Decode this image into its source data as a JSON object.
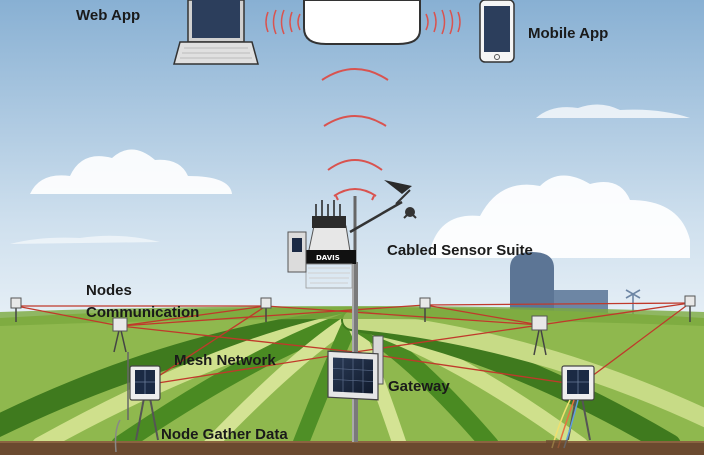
{
  "labels": {
    "web_app": "Web App",
    "mobile_app": "Mobile App",
    "cabled_sensor_suite": "Cabled Sensor Suite",
    "nodes_communication_line1": "Nodes",
    "nodes_communication_line2": "Communication",
    "mesh_network": "Mesh Network",
    "gateway": "Gateway",
    "node_gather_data": "Node Gather Data"
  },
  "sensor_brand": "DAVIS",
  "colors": {
    "sky_top": "#8fb5d6",
    "sky_bottom": "#dceaf4",
    "field_green": "#5e9b2e",
    "field_light": "#c9d98a",
    "signal_red": "#d9534f",
    "mesh_line": "#c0392b",
    "soil": "#6b4a2f"
  },
  "icons": {
    "laptop": "laptop-icon",
    "phone": "smartphone-icon",
    "cloud": "cloud-icon",
    "silo": "silo-icon",
    "windmill": "windmill-icon"
  }
}
